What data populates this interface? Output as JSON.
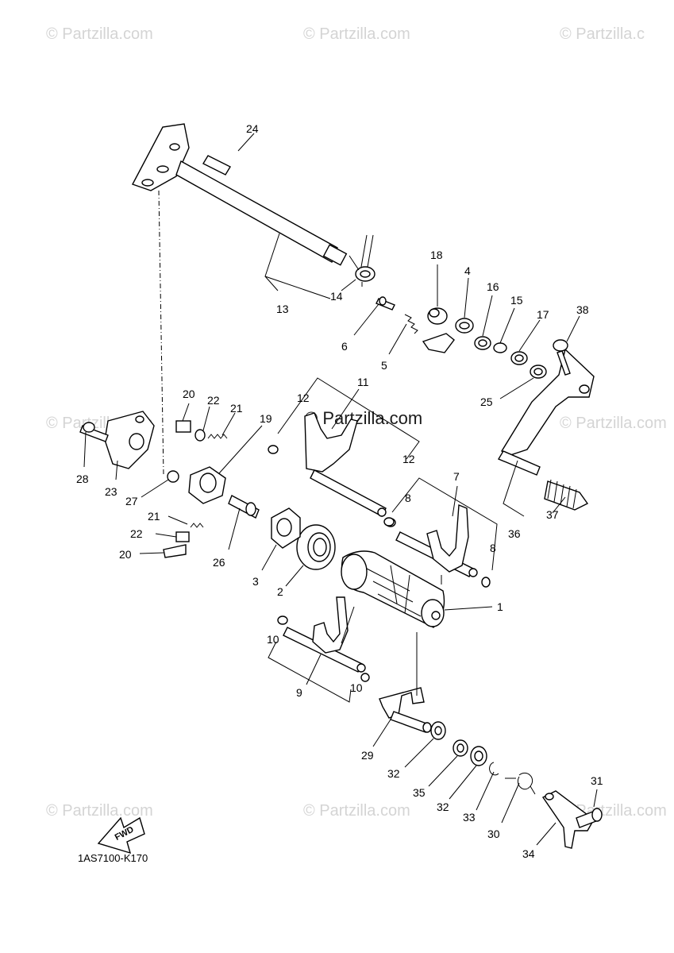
{
  "watermarks": {
    "top_left": "© Partzilla.com",
    "top_center": "© Partzilla.com",
    "top_right": "© Partzilla.c",
    "mid_left": "© Partzilla.com",
    "mid_right": "© Partzilla.com",
    "center": "© Partzilla.com",
    "bottom_left": "© Partzilla.com",
    "bottom_center": "© Partzilla.com",
    "bottom_right": "© Partzilla.com"
  },
  "fwd_label": "FWD",
  "diagram_code": "1AS7100-K170",
  "callouts": {
    "c1": "1",
    "c2": "2",
    "c3": "3",
    "c4": "4",
    "c5": "5",
    "c6": "6",
    "c7": "7",
    "c8a": "8",
    "c8b": "8",
    "c9": "9",
    "c10a": "10",
    "c10b": "10",
    "c11": "11",
    "c12a": "12",
    "c12b": "12",
    "c13": "13",
    "c14": "14",
    "c15": "15",
    "c16": "16",
    "c17": "17",
    "c18": "18",
    "c19": "19",
    "c20a": "20",
    "c20b": "20",
    "c21a": "21",
    "c21b": "21",
    "c22a": "22",
    "c22b": "22",
    "c23": "23",
    "c24": "24",
    "c25": "25",
    "c26": "26",
    "c27": "27",
    "c28": "28",
    "c29": "29",
    "c30": "30",
    "c31": "31",
    "c32a": "32",
    "c32b": "32",
    "c33": "33",
    "c34": "34",
    "c35": "35",
    "c36": "36",
    "c37": "37",
    "c38": "38"
  }
}
